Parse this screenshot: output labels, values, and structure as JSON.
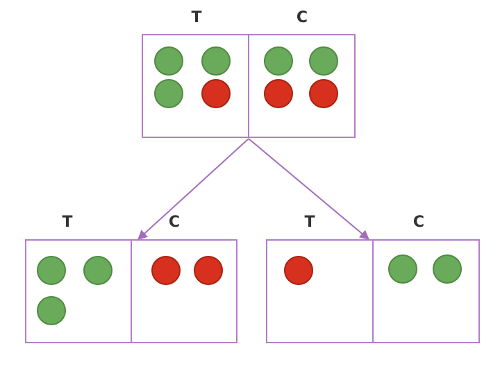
{
  "colors": {
    "border": "#b57cc8",
    "arrow": "#a46cbf",
    "green": "#6aab5b",
    "green_stroke": "#4f8a42",
    "red": "#d7301f",
    "red_stroke": "#a8230f"
  },
  "top": {
    "labels": [
      "T",
      "C"
    ],
    "cells": [
      [
        "green",
        "green",
        "green",
        "red"
      ],
      [
        "green",
        "green",
        "red",
        "red"
      ]
    ]
  },
  "bottom_left": {
    "labels": [
      "T",
      "C"
    ],
    "cells": [
      [
        "green",
        "green",
        "green"
      ],
      [
        "red",
        "red"
      ]
    ]
  },
  "bottom_right": {
    "labels": [
      "T",
      "C"
    ],
    "cells": [
      [
        "red"
      ],
      [
        "green",
        "green"
      ]
    ]
  }
}
